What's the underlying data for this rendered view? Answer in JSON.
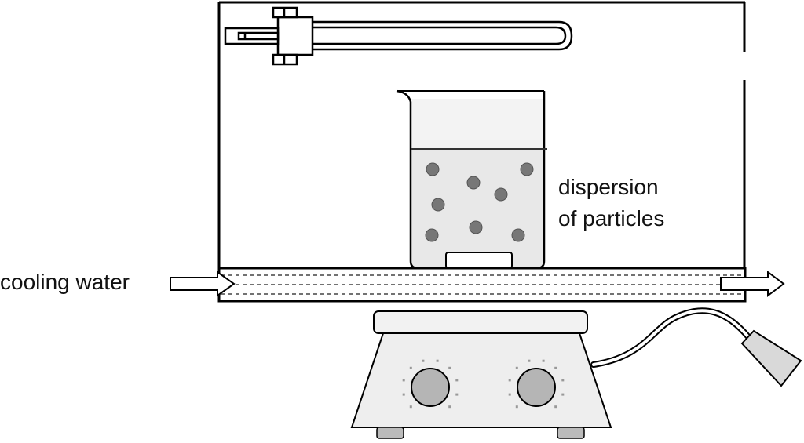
{
  "labels": {
    "cooling_water": "cooling water",
    "dispersion_line1": "dispersion",
    "dispersion_line2": "of particles"
  },
  "colors": {
    "outline": "#000000",
    "beaker_fill": "#e8e8e8",
    "particle": "#777777",
    "stirrer_body": "#eeeeee",
    "knob": "#b5b5b5",
    "plug": "#d9d9d9"
  },
  "icons": {
    "heater": "immersion-heater-icon",
    "beaker": "beaker-icon",
    "stirrer": "magnetic-stirrer-icon",
    "plug": "power-plug-icon",
    "arrow_in": "arrow-right-icon",
    "arrow_out": "arrow-right-icon"
  },
  "particle_count": 8,
  "stirrer_knobs": 2
}
